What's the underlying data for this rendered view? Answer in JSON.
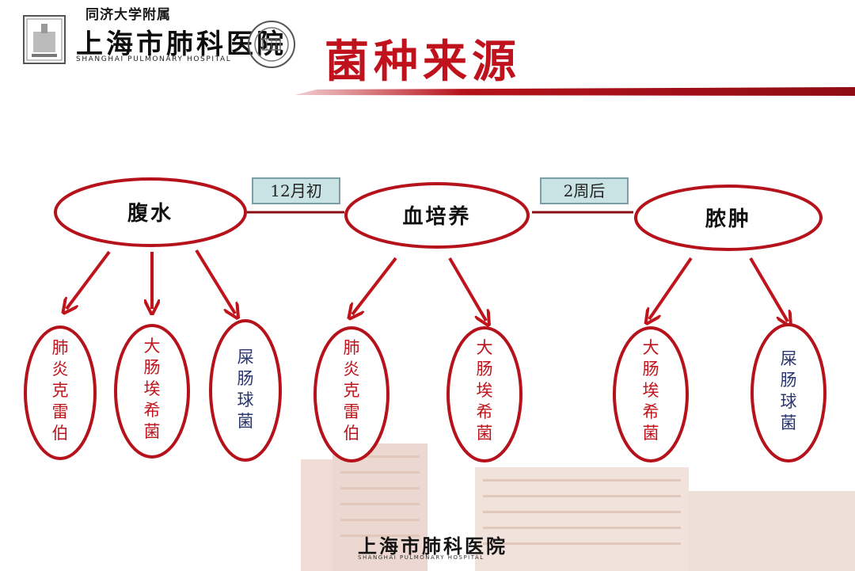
{
  "header": {
    "hospital_affiliation": "同济大学附属",
    "hospital_name": "上海市肺科医院",
    "hospital_name_en": "SHANGHAI PULMONARY HOSPITAL",
    "title": "菌种来源",
    "emblem_icon": "hospital-emblem-icon",
    "seal_icon": "tongji-university-seal-icon"
  },
  "colors": {
    "title": "#c0121c",
    "ellipse_stroke": "#b5121b",
    "arrow": "#c0141c",
    "label_box_fill": "#c9e2e4"
  },
  "sources": [
    {
      "name": "腹水"
    },
    {
      "name": "血培养"
    },
    {
      "name": "脓肿"
    }
  ],
  "connectors": [
    {
      "label": "12月初"
    },
    {
      "label": "2周后"
    }
  ],
  "organisms": [
    {
      "name": "肺炎克雷伯",
      "color": "#c0141c"
    },
    {
      "name": "大肠埃希菌",
      "color": "#c0141c"
    },
    {
      "name": "屎肠球菌",
      "color": "#2a3670"
    },
    {
      "name": "肺炎克雷伯",
      "color": "#c0141c"
    },
    {
      "name": "大肠埃希菌",
      "color": "#c0141c"
    },
    {
      "name": "大肠埃希菌",
      "color": "#c0141c"
    },
    {
      "name": "屎肠球菌",
      "color": "#2a3670"
    }
  ],
  "footer": {
    "hospital_name": "上海市肺科医院",
    "hospital_name_en": "SHANGHAI PULMONARY HOSPITAL"
  }
}
